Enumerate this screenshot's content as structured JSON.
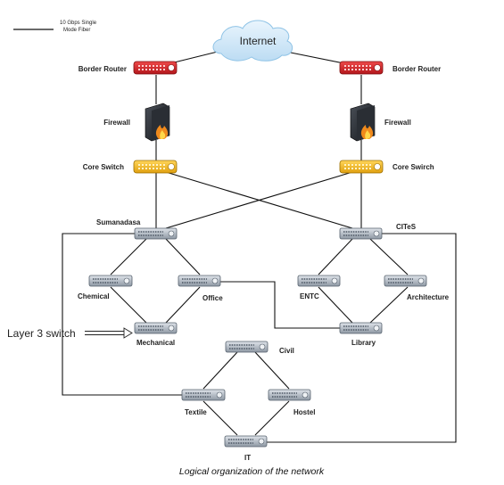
{
  "legend": {
    "line1": "10 Gbps Single",
    "line2": "Mode Fiber"
  },
  "cloud": {
    "label": "Internet"
  },
  "labels": {
    "border_router_left": "Border Router",
    "border_router_right": "Border Router",
    "firewall_left": "Firewall",
    "firewall_right": "Firewall",
    "core_switch_left": "Core Switch",
    "core_switch_right": "Core Swirch",
    "sumanadasa": "Sumanadasa",
    "cites": "CITeS",
    "chemical": "Chemical",
    "office": "Office",
    "mechanical": "Mechanical",
    "entc": "ENTC",
    "architecture": "Architecture",
    "library": "Library",
    "civil": "Civil",
    "textile": "Textile",
    "hostel": "Hostel",
    "it": "IT"
  },
  "annotation": {
    "layer3": "Layer 3 switch"
  },
  "caption": "Logical organization of the network",
  "colors": {
    "router": "#d9262b",
    "core_switch": "#f2b51c",
    "l3_switch": "#a9b2bd",
    "cloud": "#cfe6f7",
    "line": "#111111"
  }
}
